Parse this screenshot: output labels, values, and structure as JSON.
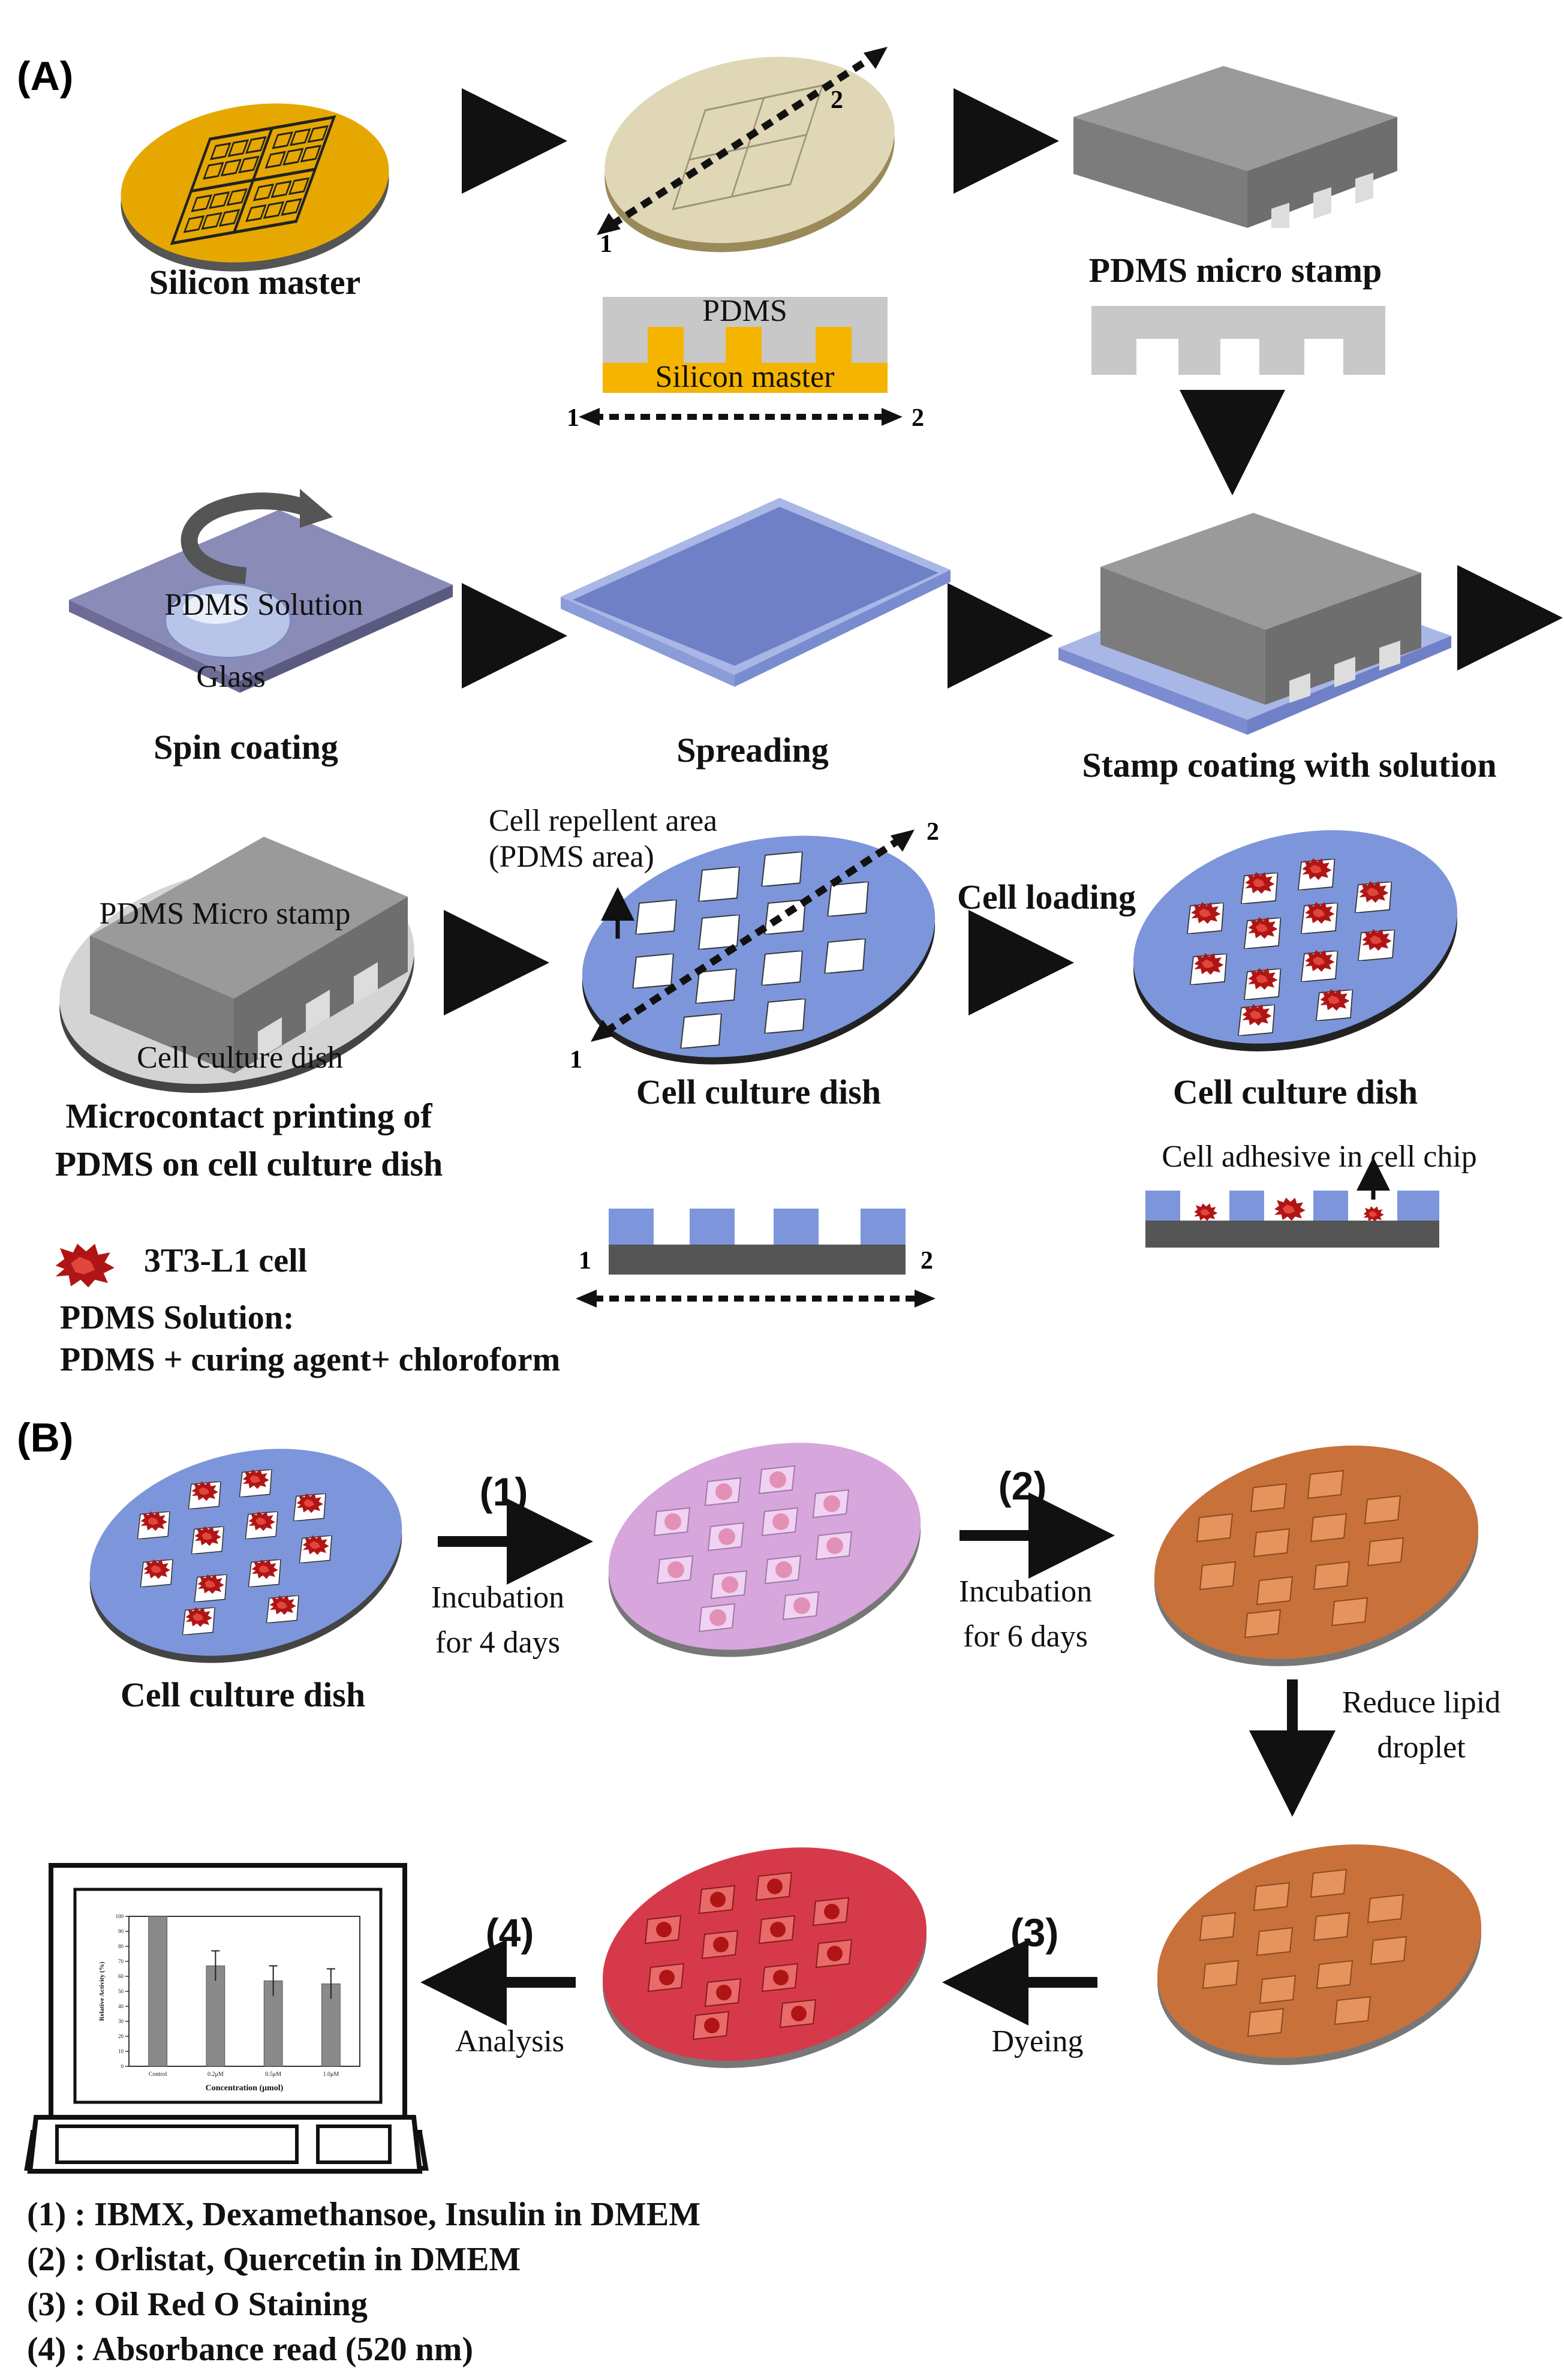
{
  "panel_a": {
    "label": "(A)",
    "silicon_master": "Silicon master",
    "pdms_micro_stamp": "PDMS micro stamp",
    "cross_section": {
      "top": "PDMS",
      "bottom": "Silicon master",
      "end1": "1",
      "end2": "2"
    },
    "diag_end1": "1",
    "diag_end2": "2",
    "pdms_solution": "PDMS Solution",
    "glass": "Glass",
    "spin_coating": "Spin coating",
    "spreading": "Spreading",
    "stamp_coating": "Stamp coating with solution",
    "stamp_on_dish_top": "PDMS Micro stamp",
    "stamp_on_dish_bottom": "Cell culture dish",
    "microcontact_line1": "Microcontact printing of",
    "microcontact_line2": "PDMS on cell culture dish",
    "repellent_line1": "Cell repellent area",
    "repellent_line2": "(PDMS area)",
    "cell_culture_dish": "Cell culture dish",
    "cell_loading": "Cell loading",
    "cell_adhesive": "Cell adhesive in cell chip",
    "cell_legend": "3T3-L1 cell",
    "pdms_solution_title": "PDMS Solution:",
    "pdms_solution_recipe": "PDMS + curing agent+ chloroform"
  },
  "panel_b": {
    "label": "(B)",
    "step1": "(1)",
    "step1_line1": "Incubation",
    "step1_line2": "for 4 days",
    "step2": "(2)",
    "step2_line1": "Incubation",
    "step2_line2": "for 6 days",
    "cell_culture_dish": "Cell culture dish",
    "reduce_line1": "Reduce lipid",
    "reduce_line2": "droplet",
    "step3": "(3)",
    "step3_label": "Dyeing",
    "step4": "(4)",
    "step4_label": "Analysis",
    "legend": [
      "(1)  : IBMX, Dexamethansoe, Insulin in DMEM",
      "(2)  : Orlistat, Quercetin in DMEM",
      "(3)  : Oil Red O Staining",
      "(4)  : Absorbance read (520 nm)"
    ]
  },
  "colors": {
    "gold": "#e6a800",
    "pdms_grey": "#8a8a8a",
    "glass_lavender": "#9b9bc4",
    "film_blue": "#6f80c7",
    "dish_blue": "#7d96db",
    "dish_pink": "#d6a6dc",
    "dish_orange": "#c9713a",
    "dish_red": "#d63a4a",
    "cell_red": "#b01515"
  },
  "chart_data": {
    "type": "bar",
    "title": "",
    "xlabel": "Concentration (μmol)",
    "ylabel": "Relative Activity (%)",
    "categories": [
      "Control",
      "0.2μM",
      "0.5μM",
      "1.0μM"
    ],
    "values": [
      100,
      67,
      57,
      55
    ],
    "errors": [
      0,
      10,
      10,
      10
    ],
    "ylim": [
      0,
      100
    ],
    "yticks": [
      "0",
      "10",
      "20",
      "30",
      "40",
      "50",
      "60",
      "70",
      "80",
      "90",
      "100"
    ]
  }
}
